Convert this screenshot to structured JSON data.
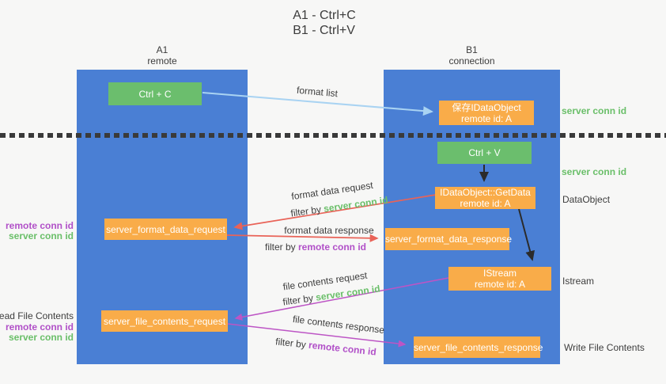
{
  "title": {
    "line1": "A1 - Ctrl+C",
    "line2": "B1 - Ctrl+V"
  },
  "lanes": {
    "left": {
      "name": "A1",
      "subtitle": "remote"
    },
    "right": {
      "name": "B1",
      "subtitle": "connection"
    }
  },
  "nodes": {
    "ctrl_c": {
      "label": "Ctrl + C"
    },
    "ctrl_v": {
      "label": "Ctrl + V"
    },
    "save_dataobject": {
      "line1": "保存IDataObject",
      "line2": "remote id: A"
    },
    "getdata": {
      "line1": "IDataObject::GetData",
      "line2": "remote id: A"
    },
    "istream": {
      "line1": "IStream",
      "line2": "remote id: A"
    },
    "format_request": {
      "label": "server_format_data_request"
    },
    "format_response": {
      "label": "server_format_data_response"
    },
    "file_request": {
      "label": "server_file_contents_request"
    },
    "file_response": {
      "label": "server_file_contents_response"
    }
  },
  "edge_labels": {
    "format_list": "format list",
    "format_data_request": "format data request",
    "format_data_request_filter_prefix": "filter by ",
    "format_data_request_filter_key": "server conn id",
    "format_data_response": "format data response",
    "format_data_response_filter_prefix": "filter by ",
    "format_data_response_filter_key": "remote conn id",
    "file_contents_request": "file contents request",
    "file_contents_request_filter_prefix": "filter by ",
    "file_contents_request_filter_key": "server conn id",
    "file_contents_response": "file contents response",
    "file_contents_response_filter_prefix": "filter by ",
    "file_contents_response_filter_key": "remote conn id"
  },
  "side_labels": {
    "right_server_conn_id_top": "server conn id",
    "right_server_conn_id_mid": "server conn id",
    "right_dataobject": "DataObject",
    "right_istream": "Istream",
    "right_write_file": "Write File Contents",
    "left_remote_conn_id_top": "remote conn id",
    "left_server_conn_id_top": "server conn id",
    "left_read_file": "Read File Contents",
    "left_remote_conn_id_bottom": "remote conn id",
    "left_server_conn_id_bottom": "server conn id"
  },
  "colors": {
    "lane_blue": "#4a7fd4",
    "node_orange": "#f9ac49",
    "node_green": "#6bbe6d",
    "text_green": "#6abf69",
    "text_purple": "#b150c8",
    "arrow_red": "#e96358",
    "arrow_purple": "#bd55c5",
    "arrow_blue": "#a9d3f2",
    "arrow_black": "#2b2b2b",
    "background": "#f7f7f6"
  }
}
